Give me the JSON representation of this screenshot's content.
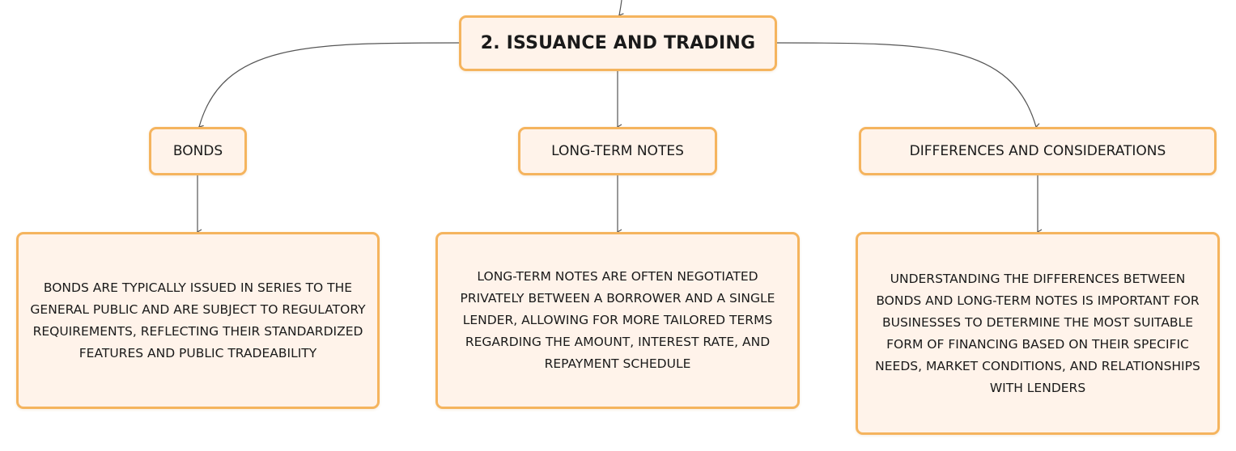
{
  "root": {
    "label": "2. ISSUANCE AND TRADING"
  },
  "topics": [
    {
      "label": "BONDS",
      "detail": "BONDS ARE TYPICALLY ISSUED IN SERIES TO THE GENERAL PUBLIC AND ARE SUBJECT TO REGULATORY REQUIREMENTS, REFLECTING THEIR STANDARDIZED FEATURES AND PUBLIC TRADEABILITY"
    },
    {
      "label": "LONG-TERM NOTES",
      "detail": "LONG-TERM NOTES ARE OFTEN NEGOTIATED PRIVATELY BETWEEN A BORROWER AND A SINGLE LENDER, ALLOWING FOR MORE TAILORED TERMS REGARDING THE AMOUNT, INTEREST RATE, AND REPAYMENT SCHEDULE"
    },
    {
      "label": "DIFFERENCES AND CONSIDERATIONS",
      "detail": "UNDERSTANDING THE DIFFERENCES BETWEEN BONDS AND LONG-TERM NOTES IS IMPORTANT FOR BUSINESSES TO DETERMINE THE MOST SUITABLE FORM OF FINANCING BASED ON THEIR SPECIFIC NEEDS, MARKET CONDITIONS, AND RELATIONSHIPS WITH LENDERS"
    }
  ],
  "colors": {
    "node_fill": "#fff3ea",
    "node_border": "#f5b45e",
    "connector": "#555555",
    "text": "#1a1a1a"
  }
}
